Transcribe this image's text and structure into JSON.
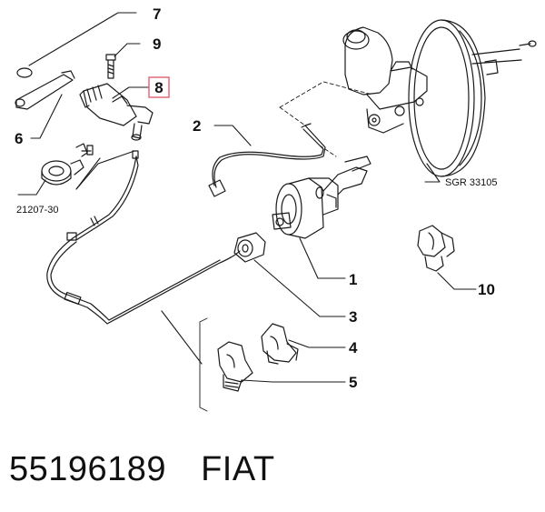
{
  "callouts": {
    "c1": "1",
    "c2": "2",
    "c3": "3",
    "c4": "4",
    "c5": "5",
    "c6": "6",
    "c7": "7",
    "c8": "8",
    "c9": "9",
    "c10": "10"
  },
  "refs": {
    "sgr": "SGR 33105",
    "assembly": "21207-30"
  },
  "footer": {
    "part_number": "55196189",
    "brand": "FIAT"
  },
  "colors": {
    "line": "#1a1a1a",
    "highlight_box": "#e06070"
  }
}
